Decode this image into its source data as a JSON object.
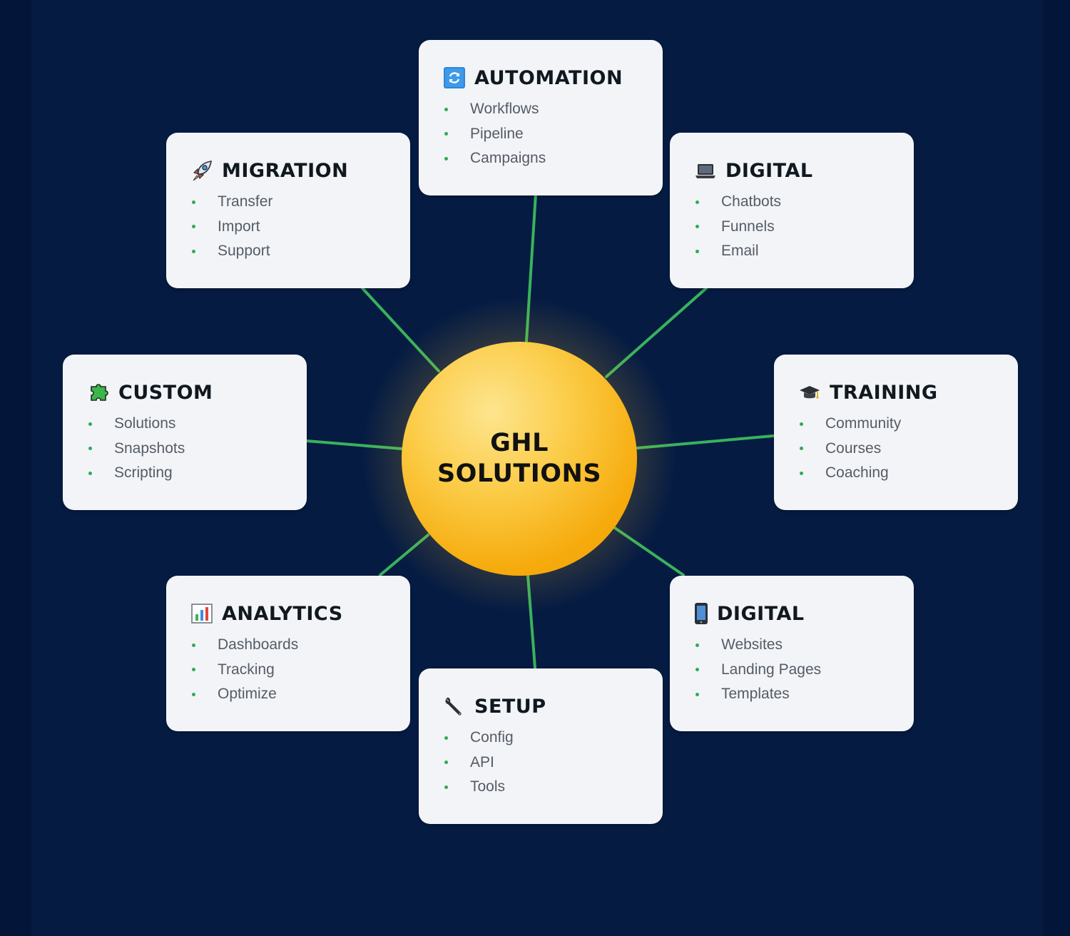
{
  "hub": {
    "title_line1": "GHL",
    "title_line2": "SOLUTIONS"
  },
  "colors": {
    "background": "#051b42",
    "connector": "#39b25c",
    "bullet": "#2faa56",
    "card": "#f3f4f7",
    "hub": "#f6ab0d",
    "hub_highlight": "#fde58f"
  },
  "cards": [
    {
      "id": "automation",
      "icon": "refresh-icon",
      "title": "AUTOMATION",
      "items": [
        "Workflows",
        "Pipeline",
        "Campaigns"
      ]
    },
    {
      "id": "migration",
      "icon": "rocket-icon",
      "title": "MIGRATION",
      "items": [
        "Transfer",
        "Import",
        "Support"
      ]
    },
    {
      "id": "digital-marketing",
      "icon": "laptop-icon",
      "title": "DIGITAL",
      "items": [
        "Chatbots",
        "Funnels",
        "Email"
      ]
    },
    {
      "id": "custom",
      "icon": "puzzle-icon",
      "title": "CUSTOM",
      "items": [
        "Solutions",
        "Snapshots",
        "Scripting"
      ]
    },
    {
      "id": "training",
      "icon": "graduation-cap-icon",
      "title": "TRAINING",
      "items": [
        "Community",
        "Courses",
        "Coaching"
      ]
    },
    {
      "id": "analytics",
      "icon": "bar-chart-icon",
      "title": "ANALYTICS",
      "items": [
        "Dashboards",
        "Tracking",
        "Optimize"
      ]
    },
    {
      "id": "digital-web",
      "icon": "mobile-phone-icon",
      "title": "DIGITAL",
      "items": [
        "Websites",
        "Landing Pages",
        "Templates"
      ]
    },
    {
      "id": "setup",
      "icon": "wrench-icon",
      "title": "SETUP",
      "items": [
        "Config",
        "API",
        "Tools"
      ]
    }
  ]
}
